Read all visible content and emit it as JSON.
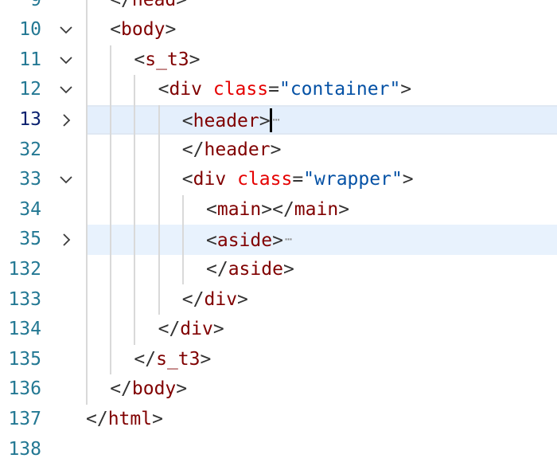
{
  "editor": {
    "lines": [
      {
        "num": "9",
        "fold": "",
        "indent": 1,
        "tokens": [
          [
            "p",
            "</"
          ],
          [
            "t",
            "head"
          ],
          [
            "p",
            ">"
          ]
        ]
      },
      {
        "num": "10",
        "fold": "down",
        "indent": 1,
        "tokens": [
          [
            "p",
            "<"
          ],
          [
            "t",
            "body"
          ],
          [
            "p",
            ">"
          ]
        ]
      },
      {
        "num": "11",
        "fold": "down",
        "indent": 2,
        "tokens": [
          [
            "p",
            "<"
          ],
          [
            "t",
            "s_t3"
          ],
          [
            "p",
            ">"
          ]
        ]
      },
      {
        "num": "12",
        "fold": "down",
        "indent": 3,
        "tokens": [
          [
            "p",
            "<"
          ],
          [
            "t",
            "div"
          ],
          [
            "p",
            " "
          ],
          [
            "a",
            "class"
          ],
          [
            "p",
            "="
          ],
          [
            "s",
            "\"container\""
          ],
          [
            "p",
            ">"
          ]
        ]
      },
      {
        "num": "13",
        "fold": "right",
        "indent": 4,
        "tokens": [
          [
            "p",
            "<"
          ],
          [
            "t",
            "header"
          ],
          [
            "p",
            ">"
          ]
        ],
        "cursor": true,
        "collapsed": true,
        "active": true,
        "highlight": "current"
      },
      {
        "num": "32",
        "fold": "",
        "indent": 4,
        "tokens": [
          [
            "p",
            "</"
          ],
          [
            "t",
            "header"
          ],
          [
            "p",
            ">"
          ]
        ]
      },
      {
        "num": "33",
        "fold": "down",
        "indent": 4,
        "tokens": [
          [
            "p",
            "<"
          ],
          [
            "t",
            "div"
          ],
          [
            "p",
            " "
          ],
          [
            "a",
            "class"
          ],
          [
            "p",
            "="
          ],
          [
            "s",
            "\"wrapper\""
          ],
          [
            "p",
            ">"
          ]
        ]
      },
      {
        "num": "34",
        "fold": "",
        "indent": 5,
        "tokens": [
          [
            "p",
            "<"
          ],
          [
            "t",
            "main"
          ],
          [
            "p",
            "></"
          ],
          [
            "t",
            "main"
          ],
          [
            "p",
            ">"
          ]
        ]
      },
      {
        "num": "35",
        "fold": "right",
        "indent": 5,
        "tokens": [
          [
            "p",
            "<"
          ],
          [
            "t",
            "aside"
          ],
          [
            "p",
            ">"
          ]
        ],
        "collapsed": true,
        "highlight": "hl"
      },
      {
        "num": "132",
        "fold": "",
        "indent": 5,
        "tokens": [
          [
            "p",
            "</"
          ],
          [
            "t",
            "aside"
          ],
          [
            "p",
            ">"
          ]
        ]
      },
      {
        "num": "133",
        "fold": "",
        "indent": 4,
        "tokens": [
          [
            "p",
            "</"
          ],
          [
            "t",
            "div"
          ],
          [
            "p",
            ">"
          ]
        ]
      },
      {
        "num": "134",
        "fold": "",
        "indent": 3,
        "tokens": [
          [
            "p",
            "</"
          ],
          [
            "t",
            "div"
          ],
          [
            "p",
            ">"
          ]
        ]
      },
      {
        "num": "135",
        "fold": "",
        "indent": 2,
        "tokens": [
          [
            "p",
            "</"
          ],
          [
            "t",
            "s_t3"
          ],
          [
            "p",
            ">"
          ]
        ]
      },
      {
        "num": "136",
        "fold": "",
        "indent": 1,
        "tokens": [
          [
            "p",
            "</"
          ],
          [
            "t",
            "body"
          ],
          [
            "p",
            ">"
          ]
        ]
      },
      {
        "num": "137",
        "fold": "",
        "indent": 0,
        "tokens": [
          [
            "p",
            "</"
          ],
          [
            "t",
            "html"
          ],
          [
            "p",
            ">"
          ]
        ]
      },
      {
        "num": "138",
        "fold": "",
        "indent": 0,
        "tokens": []
      }
    ],
    "ellipsis": "⋯",
    "colors": {
      "line_number": "#237893",
      "line_number_active": "#0b216f",
      "tag": "#800000",
      "attribute": "#e50000",
      "string": "#0451a5",
      "highlight": "#e8f2fd"
    }
  }
}
